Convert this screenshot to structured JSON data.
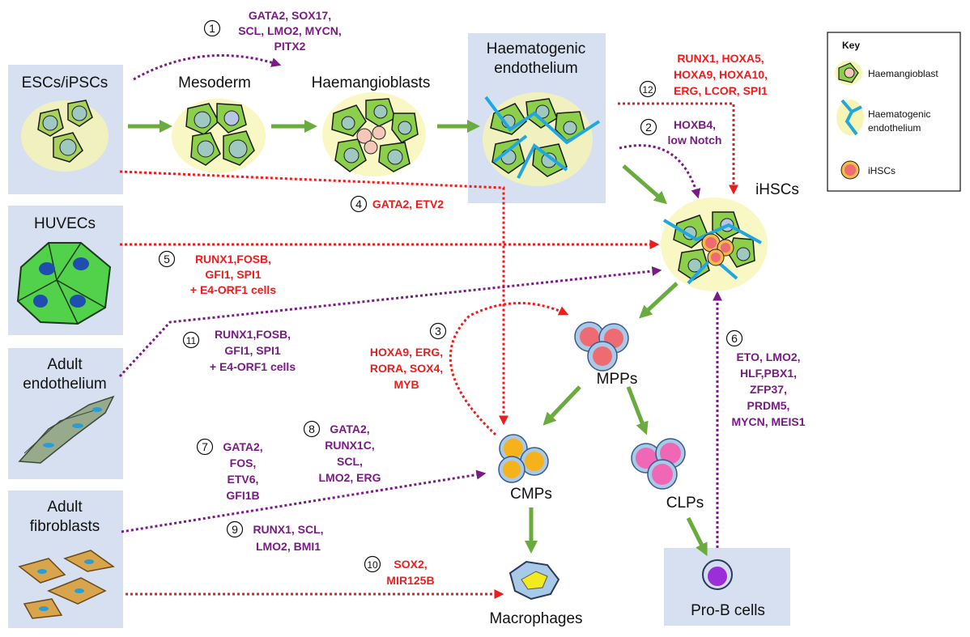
{
  "sources": {
    "escs": "ESCs/iPSCs",
    "huvecs": "HUVECs",
    "adult_endo": [
      "Adult",
      "endothelium"
    ],
    "adult_fibro": [
      "Adult",
      "fibroblasts"
    ]
  },
  "stages": {
    "mesoderm": "Mesoderm",
    "haemangioblasts": "Haemangioblasts",
    "haematogenic": [
      "Haematogenic",
      "endothelium"
    ],
    "ihscs": "iHSCs",
    "mpps": "MPPs",
    "cmps": "CMPs",
    "clps": "CLPs",
    "macrophages": "Macrophages",
    "prob": "Pro-B cells"
  },
  "routes": {
    "r1": {
      "num": "1",
      "lines": [
        "GATA2, SOX17,",
        "SCL, LMO2, MYCN,",
        "PITX2"
      ]
    },
    "r2": {
      "num": "2",
      "lines": [
        "HOXB4,",
        "low Notch"
      ]
    },
    "r3": {
      "num": "3",
      "lines": [
        "HOXA9, ERG,",
        "RORA, SOX4,",
        "MYB"
      ]
    },
    "r4": {
      "num": "4",
      "lines": [
        "GATA2, ETV2"
      ]
    },
    "r5": {
      "num": "5",
      "lines": [
        "RUNX1,FOSB,",
        "GFI1, SPI1",
        "+ E4-ORF1 cells"
      ]
    },
    "r6": {
      "num": "6",
      "lines": [
        "ETO, LMO2,",
        "HLF,PBX1,",
        "ZFP37,",
        "PRDM5,",
        "MYCN, MEIS1"
      ]
    },
    "r7": {
      "num": "7",
      "lines": [
        "GATA2,",
        "FOS,",
        "ETV6,",
        "GFI1B"
      ]
    },
    "r8": {
      "num": "8",
      "lines": [
        "GATA2,",
        "RUNX1C,",
        "SCL,",
        "LMO2, ERG"
      ]
    },
    "r9": {
      "num": "9",
      "lines": [
        "RUNX1, SCL,",
        "LMO2, BMI1"
      ]
    },
    "r10": {
      "num": "10",
      "lines": [
        "SOX2,",
        "MIR125B"
      ]
    },
    "r11": {
      "num": "11",
      "lines": [
        "RUNX1,FOSB,",
        "GFI1, SPI1",
        "+ E4-ORF1 cells"
      ]
    },
    "r12": {
      "num": "12",
      "lines": [
        "RUNX1, HOXA5,",
        "HOXA9, HOXA10,",
        "ERG, LCOR, SPI1"
      ]
    }
  },
  "key": {
    "title": "Key",
    "items": [
      "Haemangioblast",
      "Haematogenic",
      "endothelium",
      "iHSCs"
    ]
  },
  "colors": {
    "green_arrow": "#6aab3e",
    "red_route": "#ee1c1c",
    "purple_route": "#7a1a85",
    "panel_bg": "#d7e0f0"
  }
}
